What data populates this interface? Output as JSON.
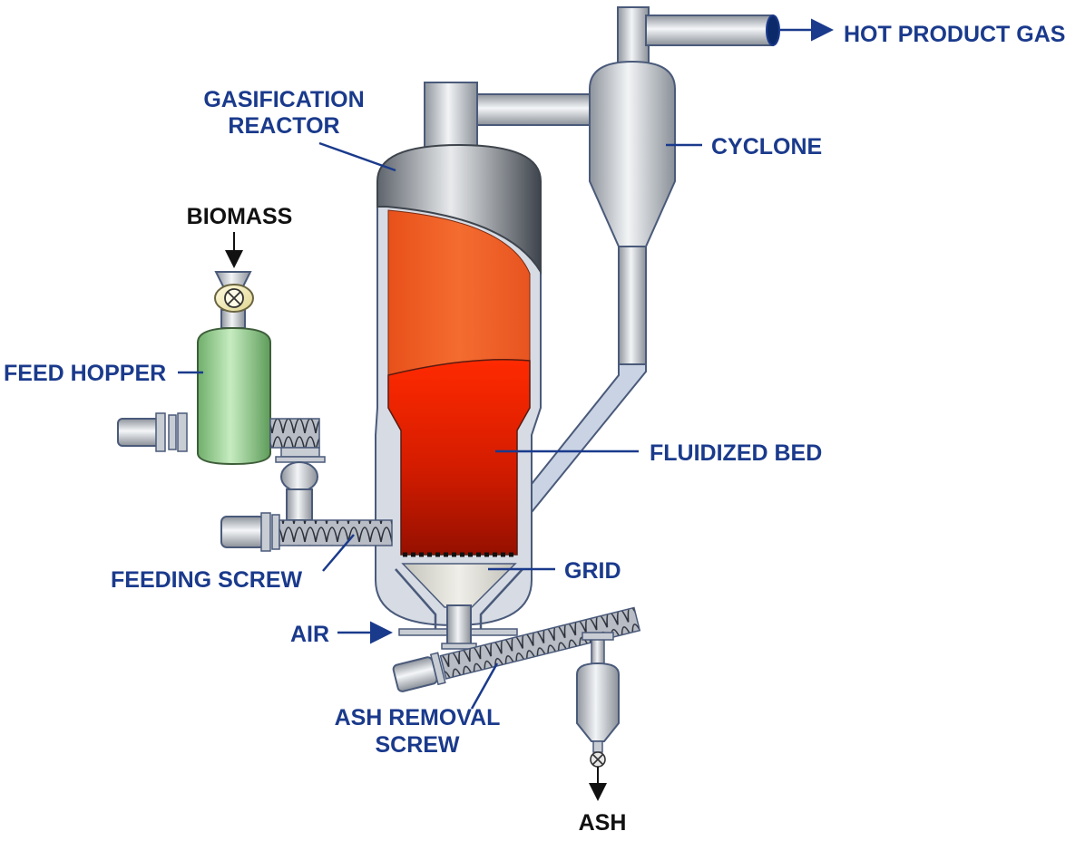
{
  "diagram": {
    "labels": {
      "hot_product_gas": "HOT PRODUCT GAS",
      "gasification_reactor_line1": "GASIFICATION",
      "gasification_reactor_line2": "REACTOR",
      "cyclone": "CYCLONE",
      "biomass": "BIOMASS",
      "feed_hopper": "FEED HOPPER",
      "fluidized_bed": "FLUIDIZED BED",
      "feeding_screw": "FEEDING SCREW",
      "grid": "GRID",
      "air": "AIR",
      "ash_removal_screw_line1": "ASH REMOVAL",
      "ash_removal_screw_line2": "SCREW",
      "ash": "ASH"
    },
    "colors": {
      "label_blue": "#1a3a8c",
      "label_dark": "#111111",
      "reactor_shell": "#d6dbe4",
      "fluidized_bed_top": "#ff2200",
      "fluidized_bed_bottom": "#a01000",
      "freeboard": "#f06028",
      "hopper_green": "#9fd49a",
      "metal_grey": "#c8cdd4"
    }
  }
}
